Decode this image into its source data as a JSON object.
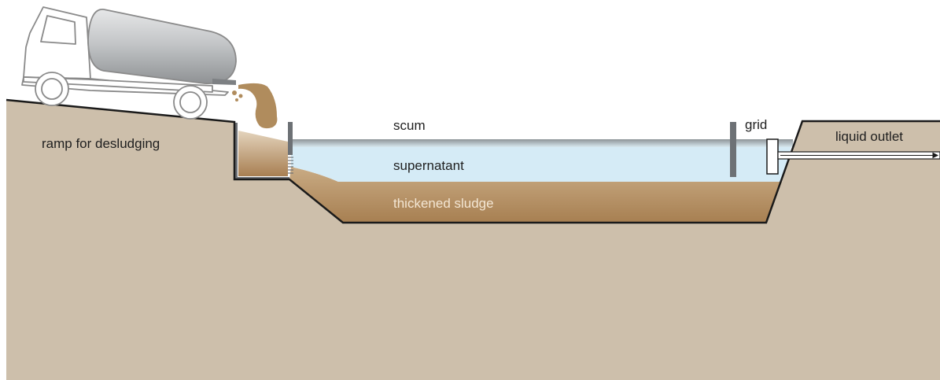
{
  "labels": {
    "ramp": "ramp for desludging",
    "scum": "scum",
    "supernatant": "supernatant",
    "thickened_sludge": "thickened sludge",
    "grid": "grid",
    "liquid_outlet": "liquid outlet"
  },
  "colors": {
    "ground": "#cdbfab",
    "ground_outline": "#1a1a1a",
    "sludge": "#b8946a",
    "supernatant": "#d5ebf6",
    "scum": "#9ea4a8",
    "wall": "#6d7175",
    "tank": "#b3b6b9",
    "truck_line": "#8a8a8a"
  }
}
